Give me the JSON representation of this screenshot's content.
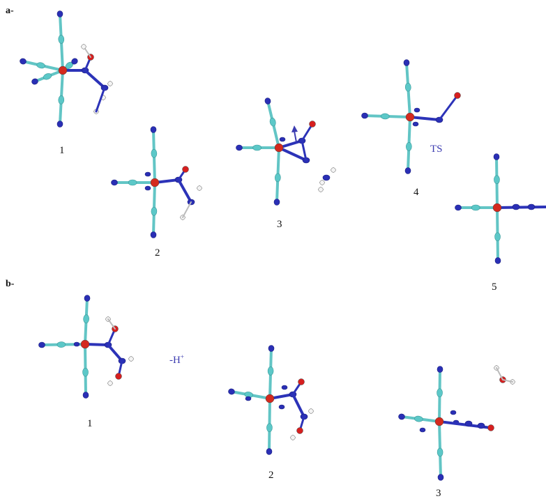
{
  "panel_a": {
    "label": "a-",
    "structures": [
      {
        "number": "1"
      },
      {
        "number": "2"
      },
      {
        "number": "3"
      },
      {
        "number": "4",
        "annotation": "TS"
      },
      {
        "number": "5"
      }
    ]
  },
  "panel_b": {
    "label": "b-",
    "step_label": "-H",
    "step_label_sup": "+",
    "structures": [
      {
        "number": "1"
      },
      {
        "number": "2"
      },
      {
        "number": "3"
      }
    ]
  },
  "atom_colors": {
    "metal": "#d42a1e",
    "carbon": "#5cc8c8",
    "nitrogen": "#2a2fb5",
    "oxygen": "#d61f1f",
    "hydrogen": "#f4f4f4",
    "bond_cn": "#62c5c5",
    "bond_nitrosyl": "#2c33b8"
  }
}
